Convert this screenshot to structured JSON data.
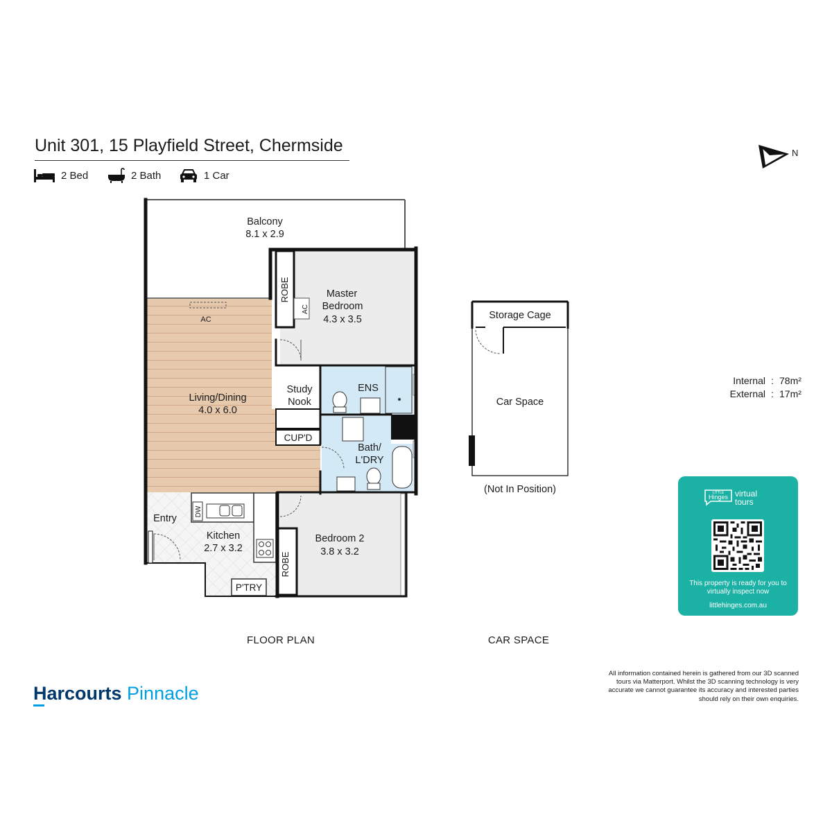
{
  "header": {
    "title": "Unit 301, 15 Playfield Street, Chermside",
    "features": [
      {
        "icon": "bed-icon",
        "label": "2 Bed"
      },
      {
        "icon": "bath-icon",
        "label": "2 Bath"
      },
      {
        "icon": "car-icon",
        "label": "1 Car"
      }
    ],
    "compass": "N"
  },
  "rooms": {
    "balcony": {
      "name": "Balcony",
      "size": "8.1 x 2.9"
    },
    "master": {
      "name1": "Master",
      "name2": "Bedroom",
      "size": "4.3 x 3.5"
    },
    "robe_master": "ROBE",
    "ac_master": "AC",
    "ac_living": "AC",
    "living": {
      "name": "Living/Dining",
      "size": "4.0 x 6.0"
    },
    "study": {
      "name1": "Study",
      "name2": "Nook"
    },
    "ens": "ENS",
    "cupd": "CUP'D",
    "bath": {
      "name1": "Bath/",
      "name2": "L'DRY"
    },
    "entry": "Entry",
    "dw": "DW",
    "kitchen": {
      "name": "Kitchen",
      "size": "2.7 x 3.2"
    },
    "ptry": "P'TRY",
    "robe_bed2": "ROBE",
    "bedroom2": {
      "name": "Bedroom 2",
      "size": "3.8 x 3.2"
    },
    "storage": "Storage Cage",
    "carspace": "Car Space",
    "not_in_position": "(Not In Position)"
  },
  "areas": [
    {
      "label": "Internal",
      "value": "78m²"
    },
    {
      "label": "External",
      "value": "17m²"
    }
  ],
  "captions": {
    "floor_plan": "FLOOR PLAN",
    "car_space": "CAR SPACE"
  },
  "virtual_tour": {
    "brand_small": "LITTLE",
    "brand": "Hinges",
    "product1": "virtual",
    "product2": "tours",
    "message": "This property is ready for you to virtually inspect now",
    "url": "littlehinges.com.au"
  },
  "disclaimer": "All information contained herein is gathered from our 3D scanned tours via Matterport. Whilst the 3D scanning technology is very accurate we cannot guarantee its accuracy and interested parties should rely on their own enquiries.",
  "agency": {
    "name_bold": "Harcourts",
    "name_light": " Pinnacle"
  },
  "colors": {
    "wood": "#e7c9ad",
    "wet_area": "#d4e9f6",
    "carpet": "#ececec",
    "tile": "#f3f3f3",
    "wall": "#111111",
    "teal": "#1bb1a4",
    "brand_navy": "#00386b",
    "brand_blue": "#009fe3"
  }
}
